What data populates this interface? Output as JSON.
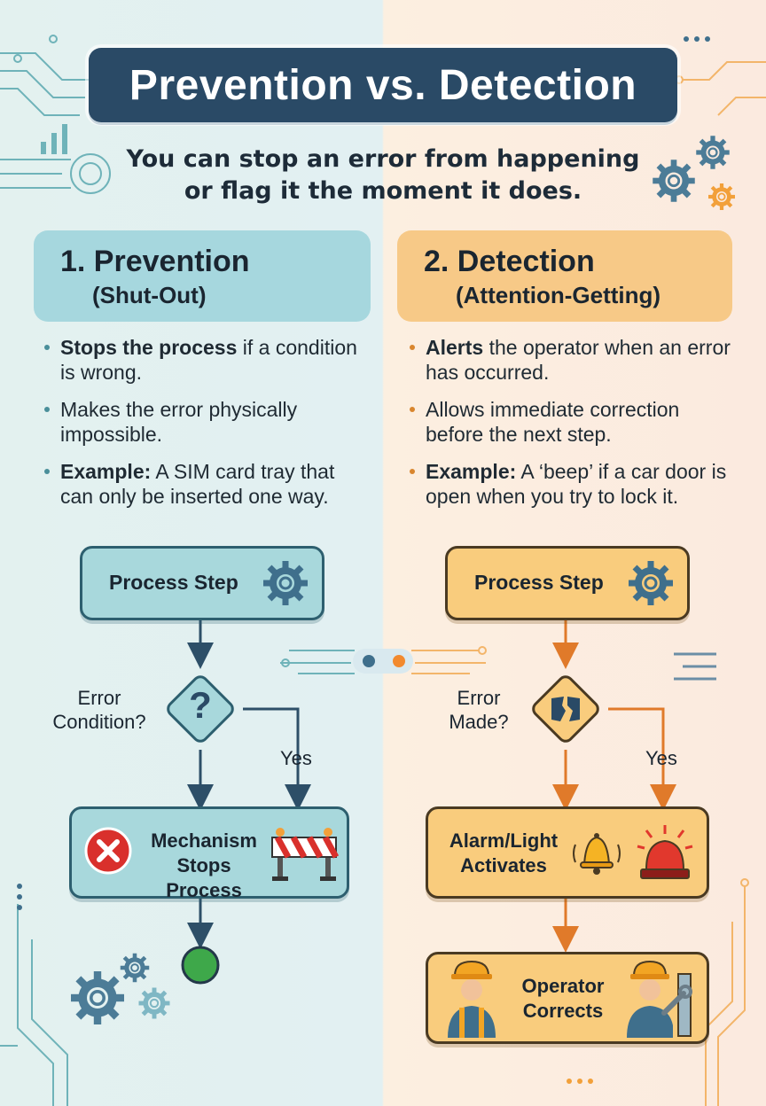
{
  "title": "Prevention vs. Detection",
  "subtitle": [
    "You can stop an error from happening",
    "or flag it the moment it does."
  ],
  "prevention": {
    "heading": "1. Prevention",
    "subheading": "(Shut-Out)",
    "bullets": [
      {
        "bold": "Stops the process",
        "text": " if a condition is wrong."
      },
      {
        "bold": "",
        "text": "Makes the error physically impossible."
      },
      {
        "bold": "Example:",
        "text": " A SIM card tray that can only be inserted one way."
      }
    ],
    "flow": {
      "step": "Process Step",
      "decision_mark": "?",
      "decision": [
        "Error",
        "Condition?"
      ],
      "yes": "Yes",
      "result": [
        "Mechanism",
        "Stops Process"
      ]
    }
  },
  "detection": {
    "heading": "2. Detection",
    "subheading": "(Attention-Getting)",
    "bullets": [
      {
        "bold": "Alerts",
        "text": " the operator when an error has occurred."
      },
      {
        "bold": "",
        "text": "Allows immediate correction before the next step."
      },
      {
        "bold": "Example:",
        "text": " A ‘beep’ if a car door is open when you try to lock it."
      }
    ],
    "flow": {
      "step": "Process Step",
      "decision": [
        "Error",
        "Made?"
      ],
      "yes": "Yes",
      "alarm": [
        "Alarm/Light",
        "Activates"
      ],
      "correct": [
        "Operator",
        "Corrects"
      ]
    }
  },
  "colors": {
    "title_bg": "#2a4a66",
    "prevention_header": "#a6d7de",
    "detection_header": "#f7c987",
    "teal_box": "#a8d8dc",
    "orange_box": "#f9cc7d",
    "arrow_teal": "#2d4f68",
    "arrow_orange": "#e07a2a"
  },
  "icons": [
    "gear-icon",
    "question-mark-icon",
    "x-mark-icon",
    "barrier-icon",
    "stop-circle-icon",
    "broken-piece-icon",
    "bell-icon",
    "siren-light-icon",
    "worker-icon",
    "worker-wrench-icon"
  ]
}
